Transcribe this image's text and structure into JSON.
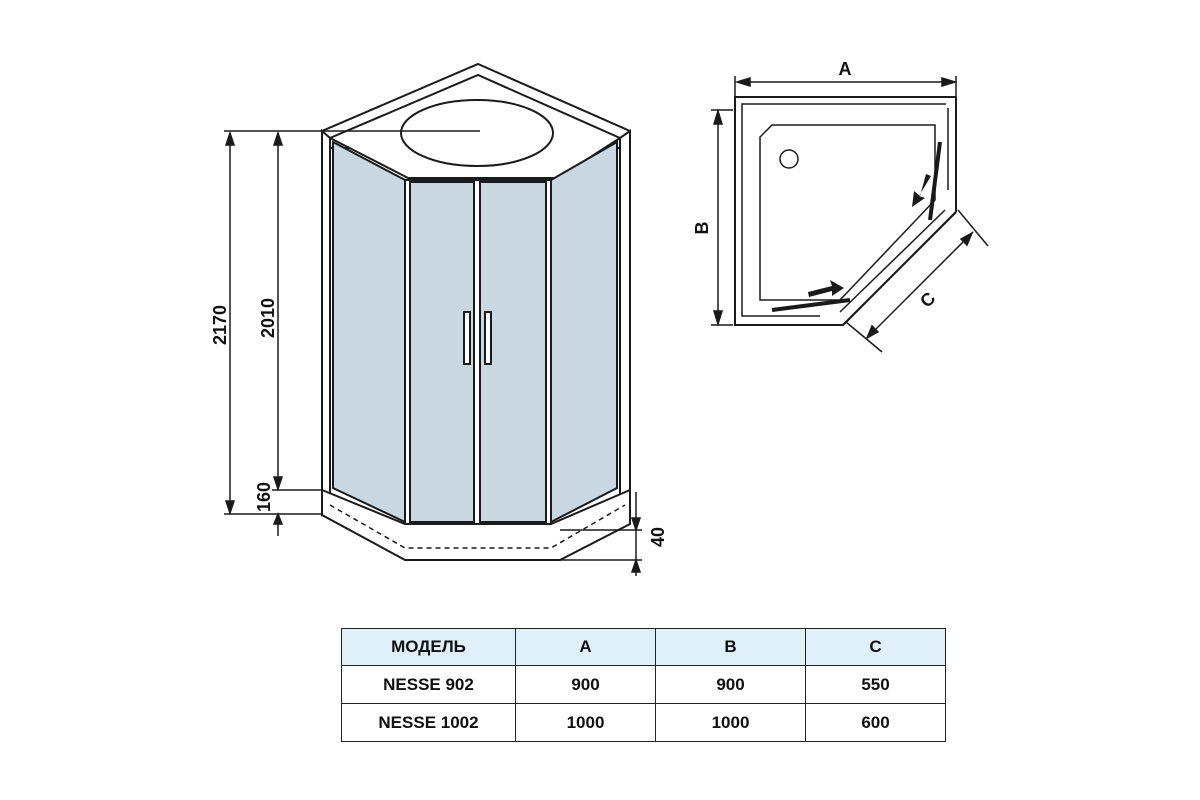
{
  "diagram": {
    "colors": {
      "line": "#1a1a1a",
      "glass": "#c9d7e3",
      "header_fill": "#dff0fa",
      "background": "#ffffff"
    },
    "front_view": {
      "dim_total_height": "2170",
      "dim_glass_height": "2010",
      "dim_tray_height": "160",
      "dim_tray_base": "40"
    },
    "plan_view": {
      "dim_a": "A",
      "dim_b": "B",
      "dim_c": "C"
    }
  },
  "table": {
    "headers": [
      "МОДЕЛЬ",
      "A",
      "B",
      "C"
    ],
    "rows": [
      [
        "NESSE 902",
        "900",
        "900",
        "550"
      ],
      [
        "NESSE 1002",
        "1000",
        "1000",
        "600"
      ]
    ]
  }
}
